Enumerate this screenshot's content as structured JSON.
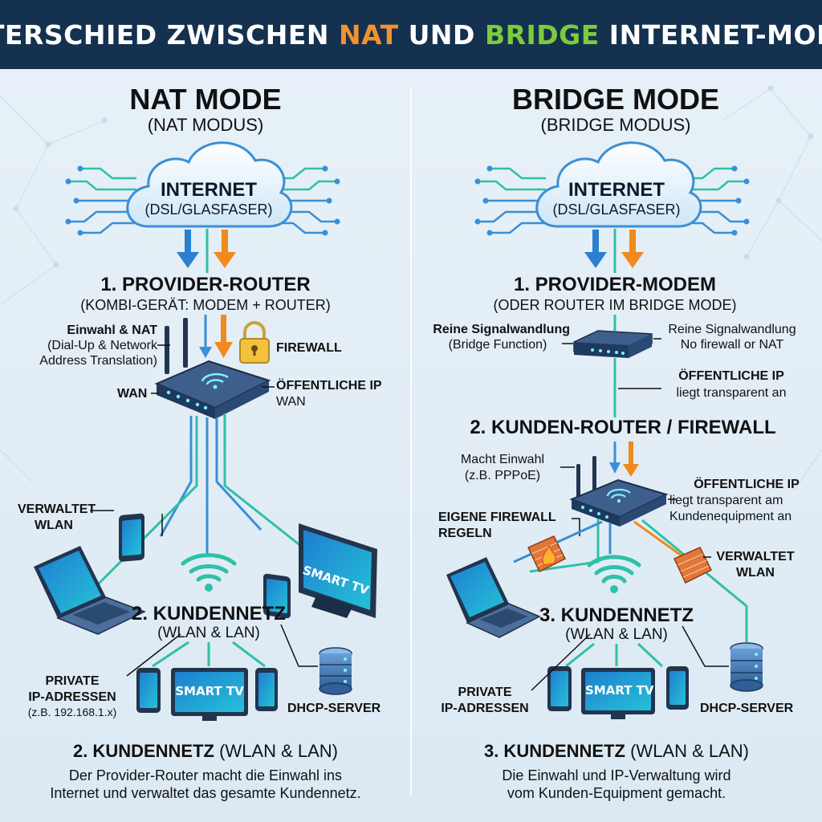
{
  "title": {
    "before": "UNTERSCHIED ZWISCHEN ",
    "nat": "NAT",
    "middle": " UND ",
    "bridge": "BRIDGE",
    "after": " INTERNET-MODUS"
  },
  "colors": {
    "banner": "#14314f",
    "nat_accent": "#f0922e",
    "bridge_accent": "#7ccb3c",
    "wire_blue": "#3a8fd6",
    "wire_green": "#2fc0a8",
    "wire_orange": "#f08a1c",
    "device_body": "#2b4a72"
  },
  "nat": {
    "title": "NAT MODE",
    "subtitle": "(NAT MODUS)",
    "cloud": {
      "title": "INTERNET",
      "subtitle": "(DSL/GLASFASER)",
      "icon": "cloud-icon"
    },
    "section1": {
      "title": "1. PROVIDER-ROUTER",
      "subtitle": "(KOMBI-GERÄT: MODEM + ROUTER)"
    },
    "einwahl": {
      "title": "Einwahl & NAT",
      "line1": "(Dial-Up & Network",
      "line2": "Address Translation)"
    },
    "firewall": "FIREWALL",
    "wan": "WAN",
    "public_ip": {
      "title": "ÖFFENTLICHE IP",
      "sub": "WAN"
    },
    "verwaltet": {
      "line1": "VERWALTET",
      "line2": "WLAN"
    },
    "tv_label": "SMART TV",
    "network": {
      "title": "2. KUNDENNETZ",
      "subtitle": "(WLAN & LAN)"
    },
    "private": {
      "line1": "PRIVATE",
      "line2": "IP-ADRESSEN",
      "line3": "(z.B. 192.168.1.x)"
    },
    "dhcp": "DHCP-SERVER",
    "footer": {
      "title_bold": "2. KUNDENNETZ",
      "title_normal": " (WLAN & LAN)",
      "line1": "Der Provider-Router macht die Einwahl ins",
      "line2": "Internet und verwaltet das gesamte Kundennetz."
    }
  },
  "bridge": {
    "title": "BRIDGE MODE",
    "subtitle": "(BRIDGE MODUS)",
    "cloud": {
      "title": "INTERNET",
      "subtitle": "(DSL/GLASFASER)",
      "icon": "cloud-icon"
    },
    "section1": {
      "title": "1. PROVIDER-MODEM",
      "subtitle": "(ODER ROUTER IM BRIDGE MODE)"
    },
    "signal_left": {
      "line1": "Reine Signalwandlung",
      "line2": "(Bridge Function)"
    },
    "signal_right": {
      "line1": "Reine Signalwandlung",
      "line2": "No firewall or NAT"
    },
    "public_ip1": {
      "title": "ÖFFENTLICHE IP",
      "sub": "liegt transparent an"
    },
    "section2": {
      "title": "2. KUNDEN-ROUTER / FIREWALL"
    },
    "einwahl": {
      "line1": "Macht Einwahl",
      "line2": "(z.B. PPPoE)"
    },
    "public_ip2": {
      "title": "ÖFFENTLICHE IP",
      "line1": "liegt transparent am",
      "line2": "Kundenequipment an"
    },
    "own_firewall": {
      "line1": "EIGENE FIREWALL",
      "line2": "REGELN"
    },
    "verwaltet": {
      "line1": "VERWALTET",
      "line2": "WLAN"
    },
    "tv_label": "SMART TV",
    "network": {
      "title": "3. KUNDENNETZ",
      "subtitle": "(WLAN & LAN)"
    },
    "private": {
      "line1": "PRIVATE",
      "line2": "IP-ADRESSEN"
    },
    "dhcp": "DHCP-SERVER",
    "footer": {
      "title_bold": "3. KUNDENNETZ",
      "title_normal": " (WLAN & LAN)",
      "line1": "Die Einwahl und IP-Verwaltung wird",
      "line2": "vom Kunden-Equipment gemacht."
    }
  }
}
